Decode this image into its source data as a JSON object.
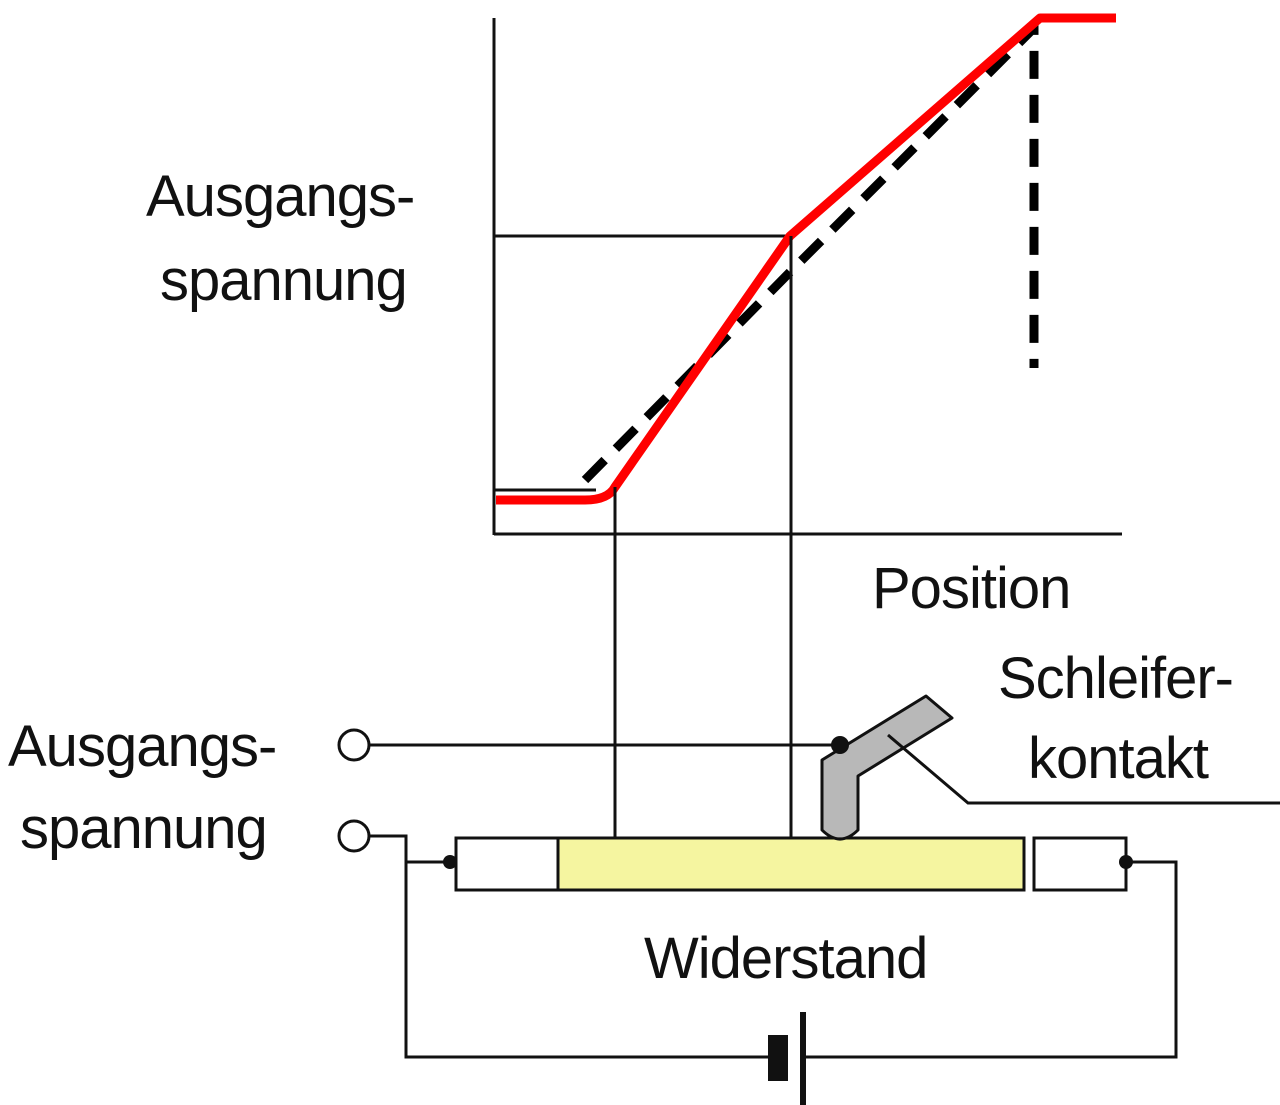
{
  "graph": {
    "y_axis_label_line1": "Ausgangs-",
    "y_axis_label_line2": "spannung",
    "x_axis_label": "Position"
  },
  "circuit": {
    "terminal_label_line1": "Ausgangs-",
    "terminal_label_line2": "spannung",
    "wiper_label_line1": "Schleifer-",
    "wiper_label_line2": "kontakt",
    "resistor_label": "Widerstand"
  },
  "colors": {
    "actual_curve": "#ff0000",
    "ideal_curve": "#000000",
    "resistive_track": "#f5f5a0",
    "wiper": "#b8b8b8",
    "lines": "#111111"
  }
}
